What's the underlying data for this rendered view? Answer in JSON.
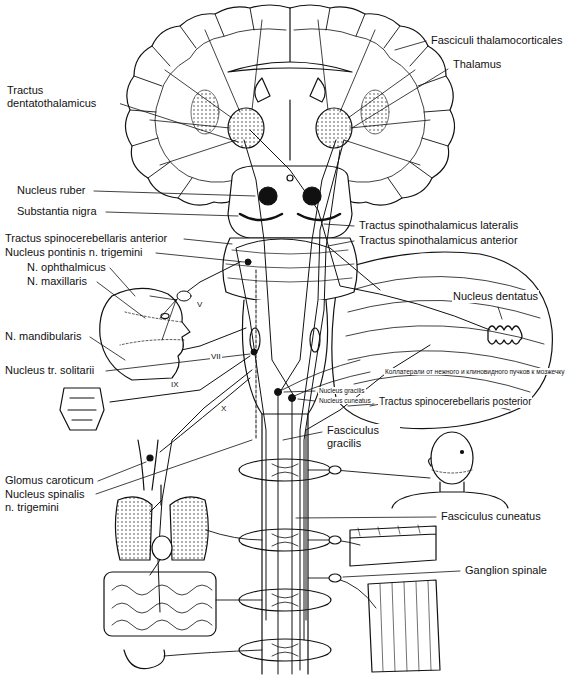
{
  "diagram": {
    "labels": [
      "Fasciculi thalamocorticales",
      "Tractus dentatothalamicus",
      "Thalamus",
      "Nucleus ruber",
      "Substantia nigra",
      "Tractus spinothalamicus lateralis",
      "Tractus spinocerebellaris anterior",
      "Tractus spinothalamicus anterior",
      "Nucleus pontinis n. trigemini",
      "N. ophthalmicus",
      "N. maxillaris",
      "Nucleus dentatus",
      "N. mandibularis",
      "V",
      "Nucleus tr. solitarii",
      "VII",
      "IX",
      "X",
      "Коллатерали от нежного и клиновидного пучков к мозжечку",
      "Nucleus gracilis",
      "Nucleus cuneatus",
      "Tractus spinocerebellaris posterior",
      "Fasciculus gracilis",
      "Glomus caroticum",
      "Nucleus spinalis n. trigemini",
      "Fasciculus cuneatus",
      "Ganglion spinale"
    ]
  }
}
